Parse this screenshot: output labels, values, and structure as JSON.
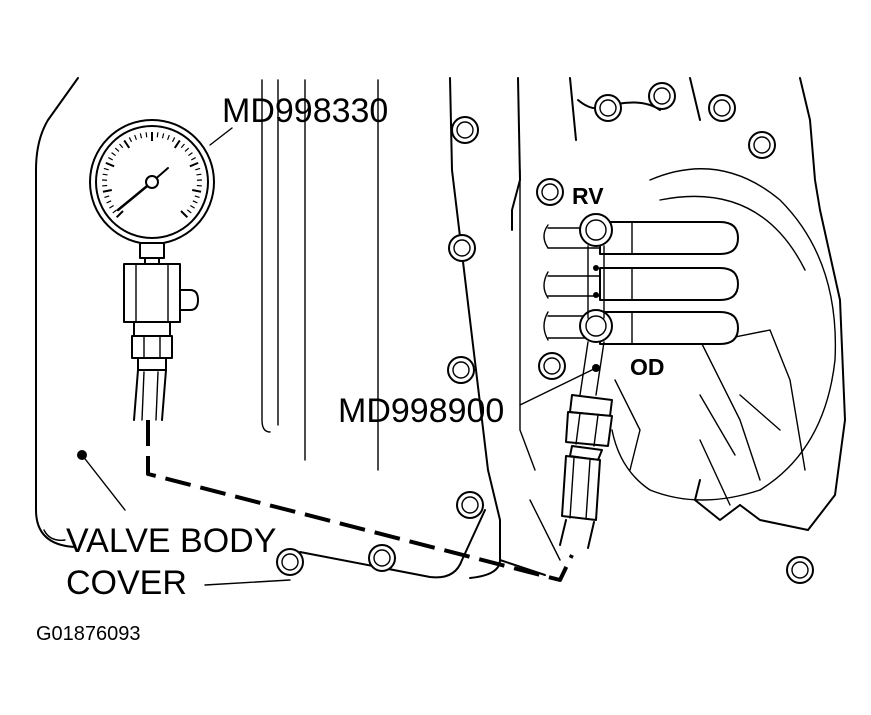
{
  "labels": {
    "gauge": "MD998330",
    "adapter": "MD998900",
    "rv_port": "RV",
    "od_port": "OD",
    "valve_body_line1": "VALVE BODY",
    "valve_body_line2": "COVER",
    "figure_id": "G01876093"
  }
}
